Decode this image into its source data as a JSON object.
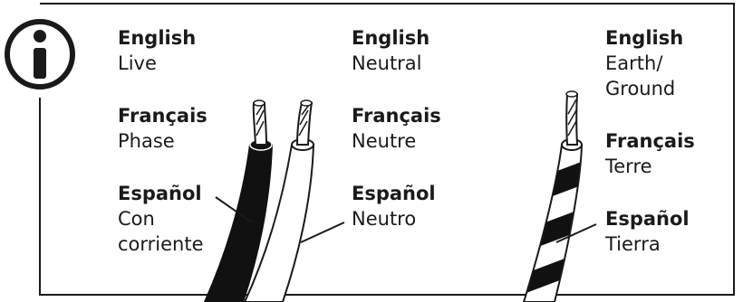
{
  "columns": [
    {
      "wire": "live",
      "entries": [
        {
          "lang": "English",
          "term": "Live"
        },
        {
          "lang": "Français",
          "term": "Phase"
        },
        {
          "lang": "Español",
          "term": "Con\ncorriente"
        }
      ]
    },
    {
      "wire": "neutral",
      "entries": [
        {
          "lang": "English",
          "term": "Neutral"
        },
        {
          "lang": "Français",
          "term": "Neutre"
        },
        {
          "lang": "Español",
          "term": "Neutro"
        }
      ]
    },
    {
      "wire": "earth",
      "entries": [
        {
          "lang": "English",
          "term": "Earth/\nGround"
        },
        {
          "lang": "Français",
          "term": "Terre"
        },
        {
          "lang": "Español",
          "term": "Tierra"
        }
      ]
    }
  ],
  "icons": {
    "info": "info-icon"
  },
  "colors": {
    "live": "#111111",
    "neutral": "#ffffff",
    "earth_stripe": "#111111",
    "line": "#1a1a1a"
  }
}
